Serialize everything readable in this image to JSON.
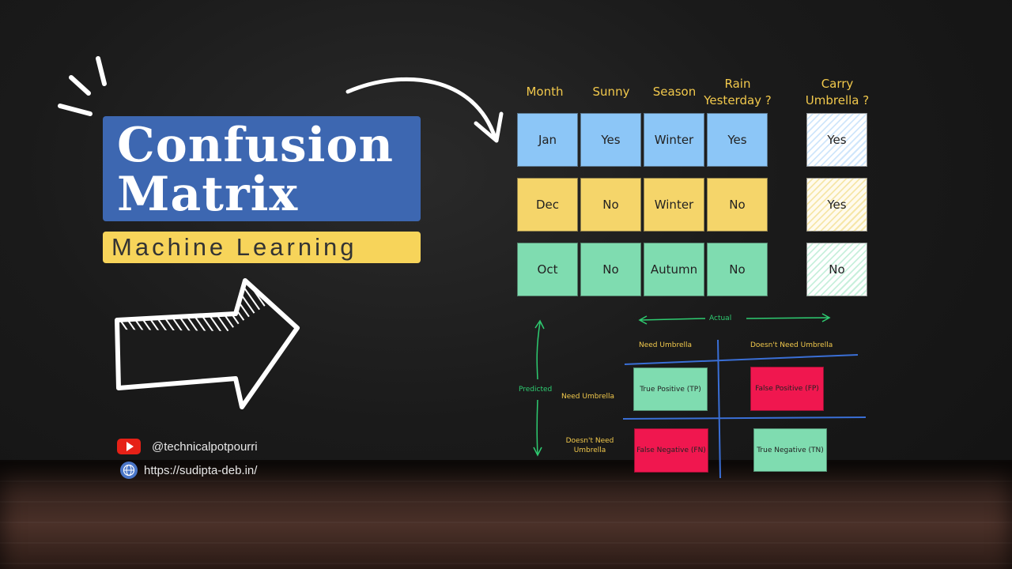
{
  "title": {
    "line1": "Confusion",
    "line2": "Matrix",
    "subtitle": "Machine Learning"
  },
  "social": {
    "youtube": "@technicalpotpourri",
    "website": "https://sudipta-deb.in/"
  },
  "icons": [
    "youtube-icon",
    "globe-icon",
    "curved-arrow-icon",
    "big-right-arrow-icon",
    "sparkle-lines-icon"
  ],
  "colors": {
    "title_bg": "#3d67b1",
    "subtitle_bg": "#f7d45a",
    "header_text": "#f2c94c",
    "blue": "#8cc6f7",
    "yellow": "#f5d56a",
    "green": "#7fdcb0",
    "pink": "#f0174f",
    "matrix_line": "#3a6fd6",
    "axis": "#2ecc71"
  },
  "table": {
    "headers": [
      "Month",
      "Sunny",
      "Season",
      "Rain Yesterday ?"
    ],
    "target_header": "Carry Umbrella ?",
    "rows": [
      {
        "cells": [
          "Jan",
          "Yes",
          "Winter",
          "Yes"
        ],
        "target": "Yes"
      },
      {
        "cells": [
          "Dec",
          "No",
          "Winter",
          "No"
        ],
        "target": "Yes"
      },
      {
        "cells": [
          "Oct",
          "No",
          "Autumn",
          "No"
        ],
        "target": "No"
      }
    ]
  },
  "matrix": {
    "actual_label": "Actual",
    "predicted_label": "Predicted",
    "col_labels": [
      "Need Umbrella",
      "Doesn't Need Umbrella"
    ],
    "row_labels": [
      "Need Umbrella",
      "Doesn't Need Umbrella"
    ],
    "cells": [
      "True Positive (TP)",
      "False Positive (FP)",
      "False Negative (FN)",
      "True Negative (TN)"
    ]
  }
}
